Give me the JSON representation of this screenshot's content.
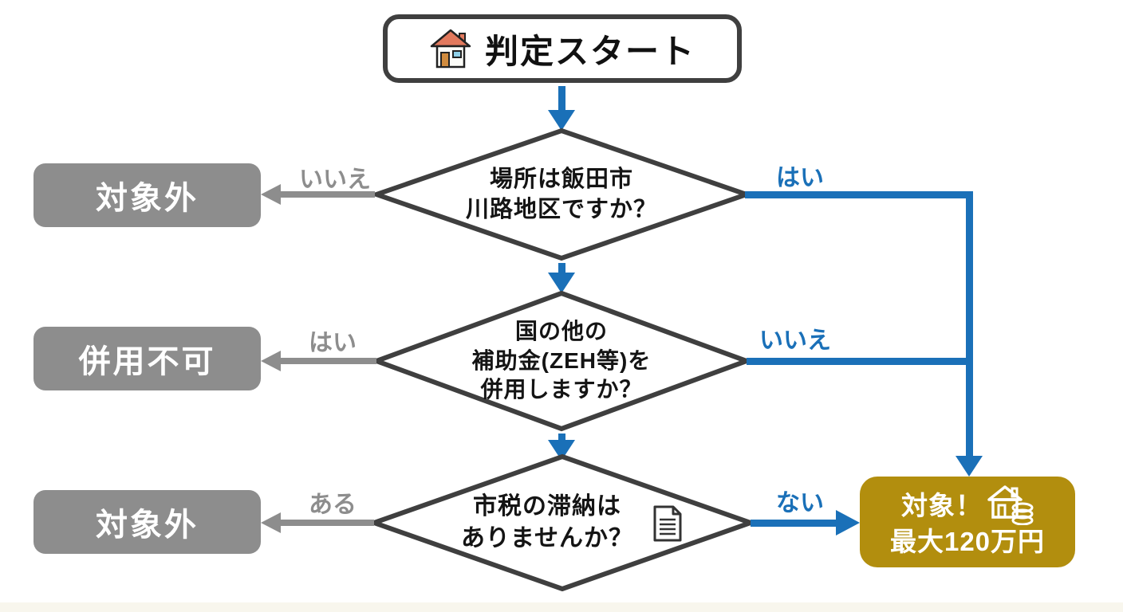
{
  "colors": {
    "blue": "#1a70b8",
    "gray": "#8d8d8d",
    "dark": "#3f3f3f",
    "gold": "#b28e0e"
  },
  "start": {
    "label": "判定スタート"
  },
  "decision1": {
    "line1": "場所は飯田市",
    "line2": "川路地区ですか？",
    "no_label": "いいえ",
    "yes_label": "はい"
  },
  "decision2": {
    "line1": "国の他の",
    "line2": "補助金(ZEH等)を",
    "line3": "併用しますか？",
    "yes_label": "はい",
    "no_label": "いいえ"
  },
  "decision3": {
    "line1": "市税の滞納は",
    "line2": "ありませんか？",
    "have_label": "ある",
    "none_label": "ない"
  },
  "outcome1": {
    "label": "対象外"
  },
  "outcome2": {
    "label": "併用不可"
  },
  "outcome3": {
    "label": "対象外"
  },
  "result": {
    "line1": "対象！",
    "line2": "最大120万円"
  }
}
